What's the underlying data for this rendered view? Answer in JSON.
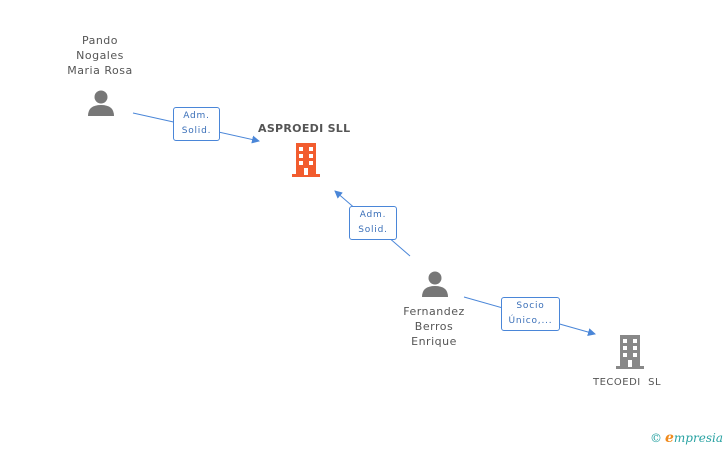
{
  "persons": [
    {
      "name_lines": [
        "Pando",
        "Nogales",
        "Maria Rosa"
      ]
    },
    {
      "name_lines": [
        "Fernandez",
        "Berros",
        "Enrique"
      ]
    }
  ],
  "companies": [
    {
      "name": "ASPROEDI SLL",
      "color": "#f25c2e"
    },
    {
      "name": "TECOEDI  SL",
      "color": "#888888"
    }
  ],
  "relations": [
    {
      "label_lines": [
        "Adm.",
        "Solid."
      ]
    },
    {
      "label_lines": [
        "Adm.",
        "Solid."
      ]
    },
    {
      "label_lines": [
        "Socio",
        "Único,..."
      ]
    }
  ],
  "colors": {
    "edge": "#4a86d8",
    "person_icon": "#777777"
  },
  "watermark": {
    "symbol": "©",
    "brand_initial": "e",
    "brand_rest": "mpresia"
  }
}
